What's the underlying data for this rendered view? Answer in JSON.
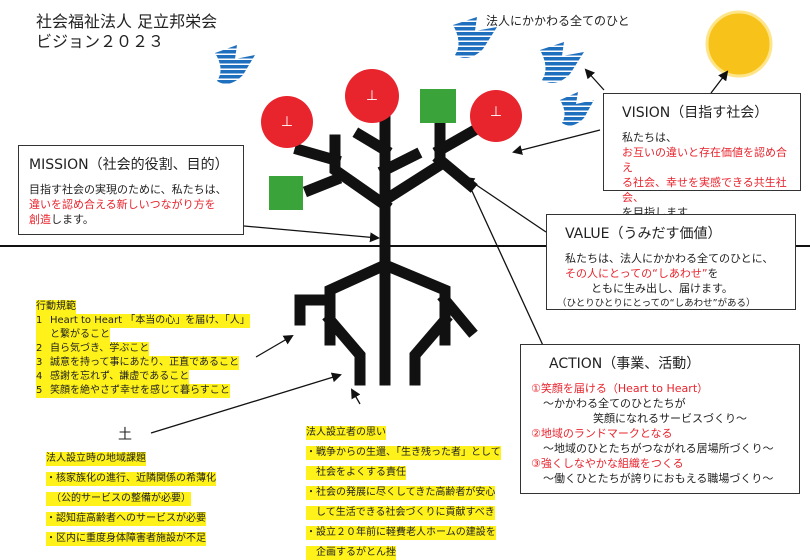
{
  "header": {
    "org_line": "社会福祉法人 足立邦栄会",
    "vision_line": "ビジョン２０２３"
  },
  "top_label": "法人にかかわる全てのひと",
  "apple_mark": "⊥",
  "earth_mark": "土",
  "colors": {
    "apple_red": "#e8242d",
    "leaf_green": "#3aa33a",
    "bird_blue": "#1f6fbf",
    "sun_yellow": "#f7c21a",
    "highlight": "#fff21a",
    "trunk": "#111111"
  },
  "vision": {
    "heading": "VISION（目指す社会）",
    "line1": "私たちは、",
    "line2": "お互いの違いと存在価値を認め合え",
    "line3": "る社会、幸せを実感できる共生社会、",
    "line4": "を目指します"
  },
  "mission": {
    "heading": "MISSION（社会的役割、目的）",
    "line1": "目指す社会の実現のために、私たちは、",
    "line2": "違いを認め合える新しいつながり方を",
    "line3_red": "創造",
    "line3_rest": "します。"
  },
  "value": {
    "heading": "VALUE（うみだす価値）",
    "line1": "私たちは、法人にかかわる全てのひとに、",
    "line2_red": "その人にとっての“しあわせ”",
    "line2_rest": "を",
    "line3": "ともに生み出し、届けます。",
    "line4": "（ひとりひとりにとっての“しあわせ”がある）"
  },
  "action": {
    "heading": "ACTION（事業、活動）",
    "items": [
      {
        "title": "①笑顔を届ける（Heart to Heart）",
        "sub1": "～かかわる全てのひとたちが",
        "sub2": "笑顔になれるサービスづくり～"
      },
      {
        "title": "②地域のランドマークとなる",
        "sub1": "～地域のひとたちがつながれる居場所づくり～",
        "sub2": ""
      },
      {
        "title": "③強くしなやかな組織をつくる",
        "sub1": "～働くひとたちが誇りにおもえる職場づくり～",
        "sub2": ""
      }
    ]
  },
  "conduct": {
    "heading": "行動規範",
    "items": [
      {
        "num": "1",
        "text": "Heart to Heart 「本当の心」を届け、「人」"
      },
      {
        "num": "",
        "text": "と繋がること"
      },
      {
        "num": "2",
        "text": "自ら気づき、学ぶこと"
      },
      {
        "num": "3",
        "text": "誠意を持って事にあたり、正直であること"
      },
      {
        "num": "4",
        "text": "感謝を忘れず、謙虚であること"
      },
      {
        "num": "5",
        "text": "笑顔を絶やさず幸せを感じて暮らすこと"
      }
    ]
  },
  "founding_issues": {
    "heading": "法人設立時の地域課題",
    "items": [
      "・核家族化の進行、近隣関係の希薄化",
      "　（公的サービスの整備が必要）",
      "・認知症高齢者へのサービスが必要",
      "・区内に重度身体障害者施設が不足"
    ]
  },
  "founder_thoughts": {
    "heading": "法人設立者の思い",
    "items": [
      "・戦争からの生還、「生き残った者」として",
      "　社会をよくする責任",
      "・社会の発展に尽くしてきた高齢者が安心",
      "　して生活できる社会づくりに貢献すべき",
      "・設立２０年前に軽費老人ホームの建設を",
      "　企画するがとん挫"
    ]
  }
}
